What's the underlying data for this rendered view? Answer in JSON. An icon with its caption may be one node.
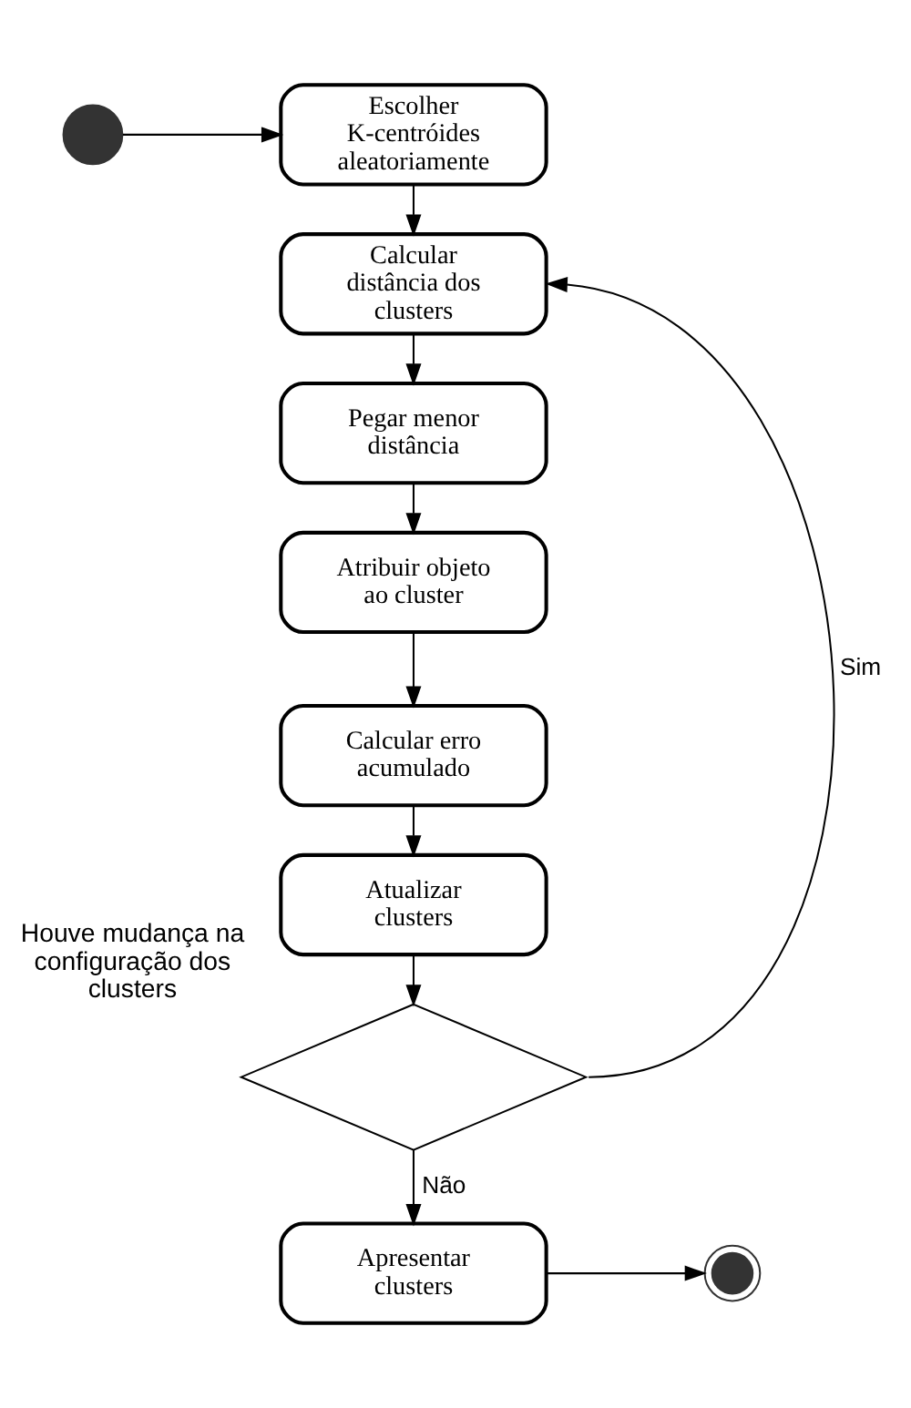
{
  "diagram": {
    "nodes": [
      {
        "text": [],
        "shape": "circle"
      },
      {
        "text": [
          "Escolher K-centróides aleatoriamente"
        ]
      },
      {
        "text": [
          "Calcular distância dos clusters"
        ]
      },
      {
        "text": [
          "Pegar menor distância"
        ]
      },
      {
        "text": [
          "Atribuir objeto ao cluster"
        ]
      },
      {
        "text": [
          "Calcular erro acumulado"
        ]
      },
      {
        "text": [
          "Atualizar clusters"
        ]
      },
      {
        "text": [],
        "shape": "diamond",
        "beside": [
          "Houve mudança na configuração dos clusters"
        ]
      },
      {
        "text": [
          "Apresentar clusters"
        ]
      },
      {
        "text": [],
        "shape": "circle"
      }
    ],
    "edges": [
      {
        "from": 0,
        "to": 1,
        "arrow": "to"
      },
      {
        "from": 1,
        "to": 2,
        "arrow": "to"
      },
      {
        "from": 2,
        "to": 3,
        "arrow": "to"
      },
      {
        "from": 3,
        "to": 4,
        "arrow": "to"
      },
      {
        "from": 4,
        "to": 5,
        "arrow": "to"
      },
      {
        "from": 5,
        "to": 6,
        "arrow": "to"
      },
      {
        "from": 6,
        "to": 7,
        "arrow": "to"
      },
      {
        "from": 7,
        "to": 2,
        "arrow": "to",
        "label": "Sim"
      },
      {
        "from": 7,
        "to": 8,
        "arrow": "to",
        "label": "Não"
      },
      {
        "from": 8,
        "to": 9,
        "arrow": "to"
      }
    ]
  }
}
